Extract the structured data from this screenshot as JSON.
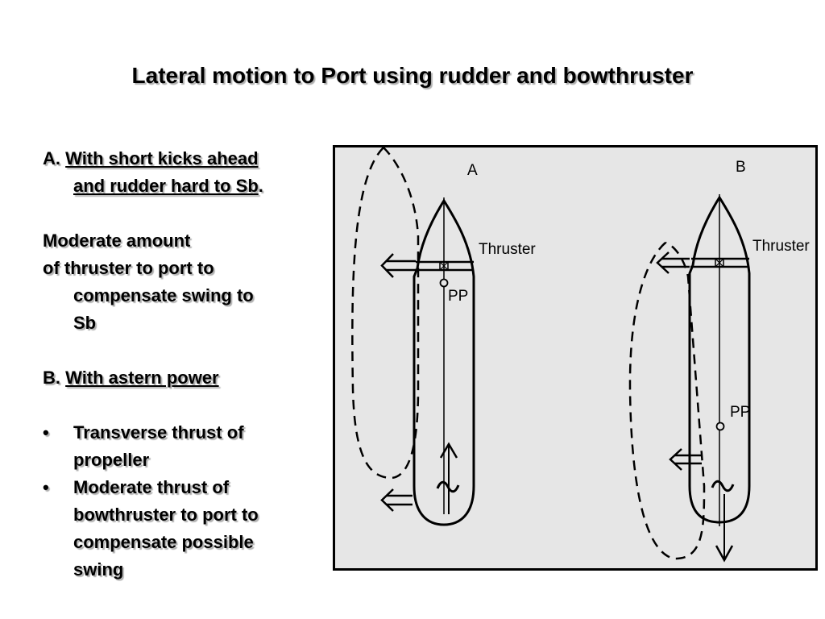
{
  "slide": {
    "title": "Lateral motion to Port using rudder and bowthruster"
  },
  "section_a": {
    "marker": "A.",
    "heading_line1": "With short kicks ahead",
    "heading_line2": "and rudder hard to Sb",
    "heading_tail": ".",
    "para_line1": "Moderate amount",
    "para_line2": "of thruster to port to",
    "para_line3": "compensate swing to",
    "para_line4": "Sb"
  },
  "section_b": {
    "marker": "B.",
    "heading": "With astern power",
    "bullets": [
      {
        "symbol": "•",
        "line1": "Transverse thrust of",
        "line2": "propeller"
      },
      {
        "symbol": "•",
        "line1": "Moderate thrust of",
        "line2": "bowthruster to port to",
        "line3": "compensate possible",
        "line4": "swing"
      }
    ]
  },
  "diagram": {
    "ship_a": {
      "label": "A",
      "thruster_label": "Thruster",
      "pivot_label": "PP"
    },
    "ship_b": {
      "label": "B",
      "thruster_label": "Thruster",
      "pivot_label": "PP"
    },
    "colors": {
      "background": "#e6e6e6",
      "stroke": "#000000",
      "text_shadow": "#b0b0b0"
    }
  }
}
